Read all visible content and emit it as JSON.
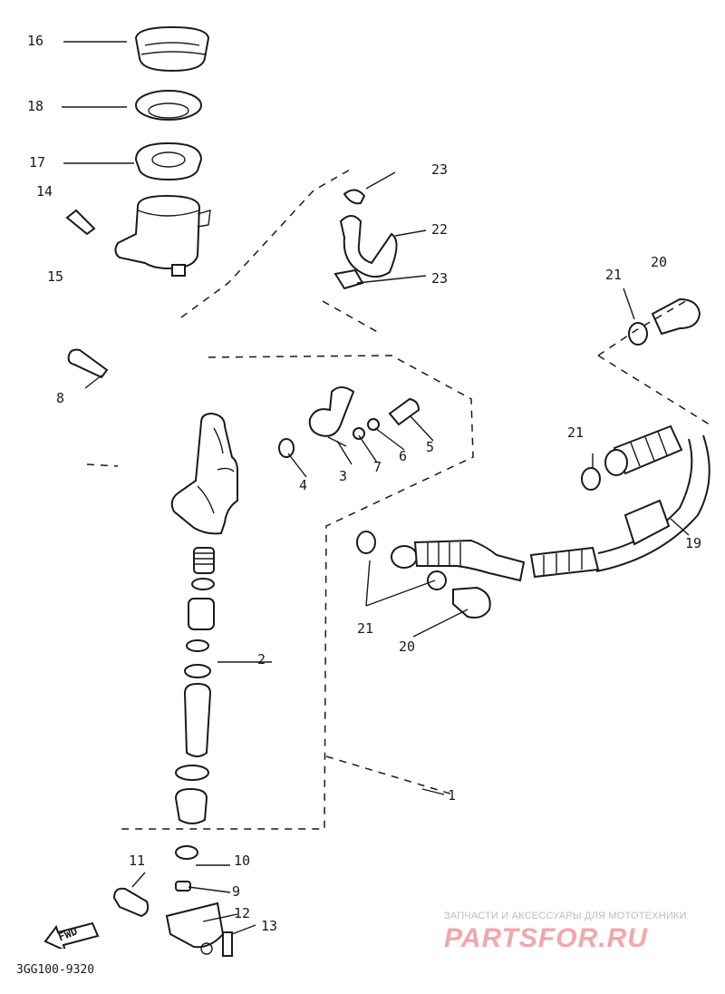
{
  "diagram": {
    "labels": {
      "p1": "1",
      "p2": "2",
      "p3": "3",
      "p4": "4",
      "p5": "5",
      "p6": "6",
      "p7": "7",
      "p8": "8",
      "p9": "9",
      "p10": "10",
      "p11": "11",
      "p12": "12",
      "p13": "13",
      "p14": "14",
      "p15": "15",
      "p16": "16",
      "p17": "17",
      "p18": "18",
      "p19": "19",
      "p20a": "20",
      "p20b": "20",
      "p21a": "21",
      "p21b": "21",
      "p21c": "21",
      "p22": "22",
      "p23a": "23",
      "p23b": "23"
    },
    "direction_label": "FWD",
    "diagram_code": "3GG100-9320"
  },
  "watermark": {
    "tagline": "ЗАПЧАСТИ И АКСЕССУАРЫ ДЛЯ МОТОТЕХНИКИ",
    "logo_text": "PARTSFOR.RU"
  }
}
